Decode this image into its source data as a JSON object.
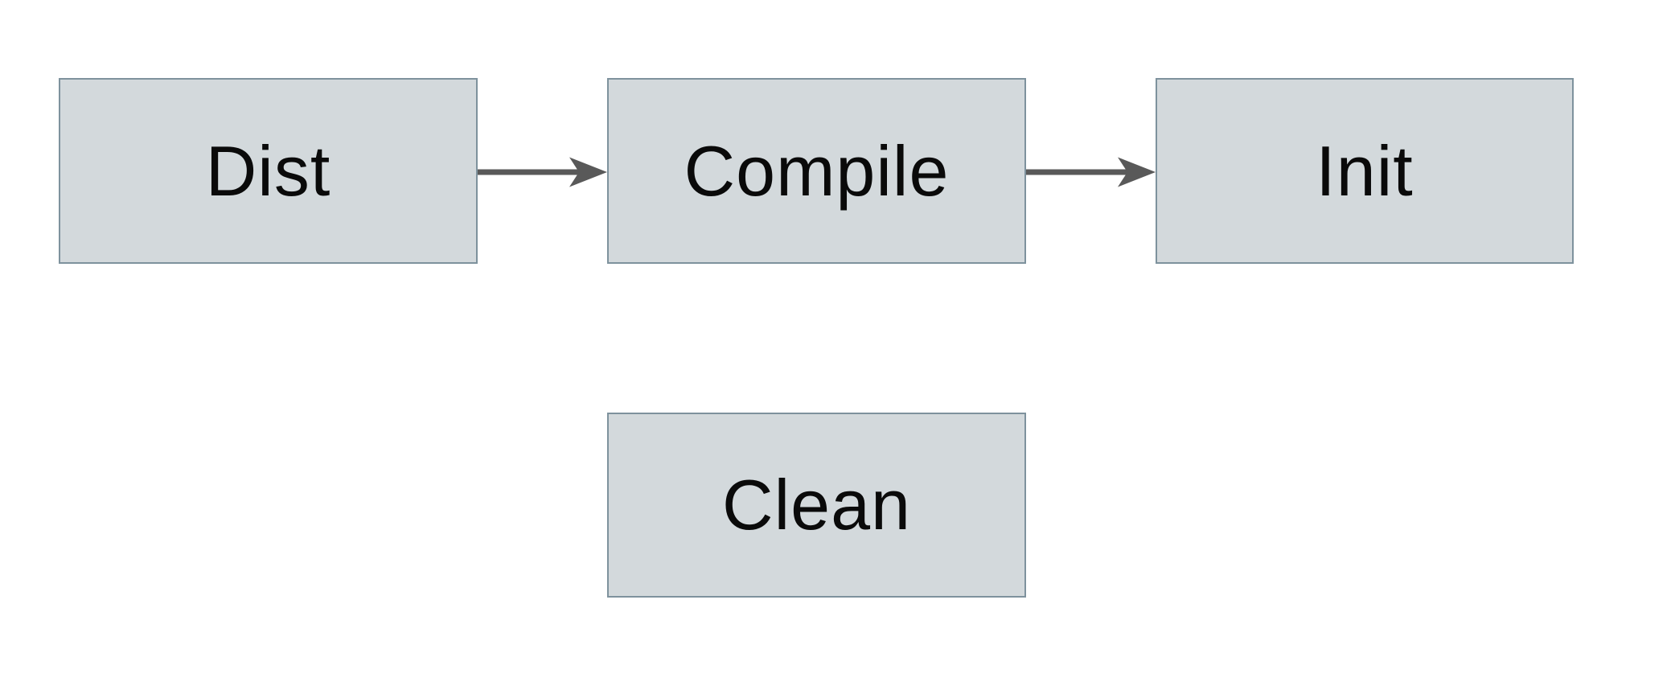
{
  "diagram": {
    "type": "flowchart",
    "nodes": [
      {
        "id": "dist",
        "label": "Dist"
      },
      {
        "id": "compile",
        "label": "Compile"
      },
      {
        "id": "init",
        "label": "Init"
      },
      {
        "id": "clean",
        "label": "Clean"
      }
    ],
    "edges": [
      {
        "from": "dist",
        "to": "compile",
        "style": "arrow"
      },
      {
        "from": "compile",
        "to": "init",
        "style": "arrow"
      }
    ]
  },
  "theme": {
    "node_fill": "#d3d9dc",
    "node_border": "#7e929d",
    "arrow_color": "#595959",
    "text_color": "#0a0a0a",
    "background": "#ffffff"
  }
}
